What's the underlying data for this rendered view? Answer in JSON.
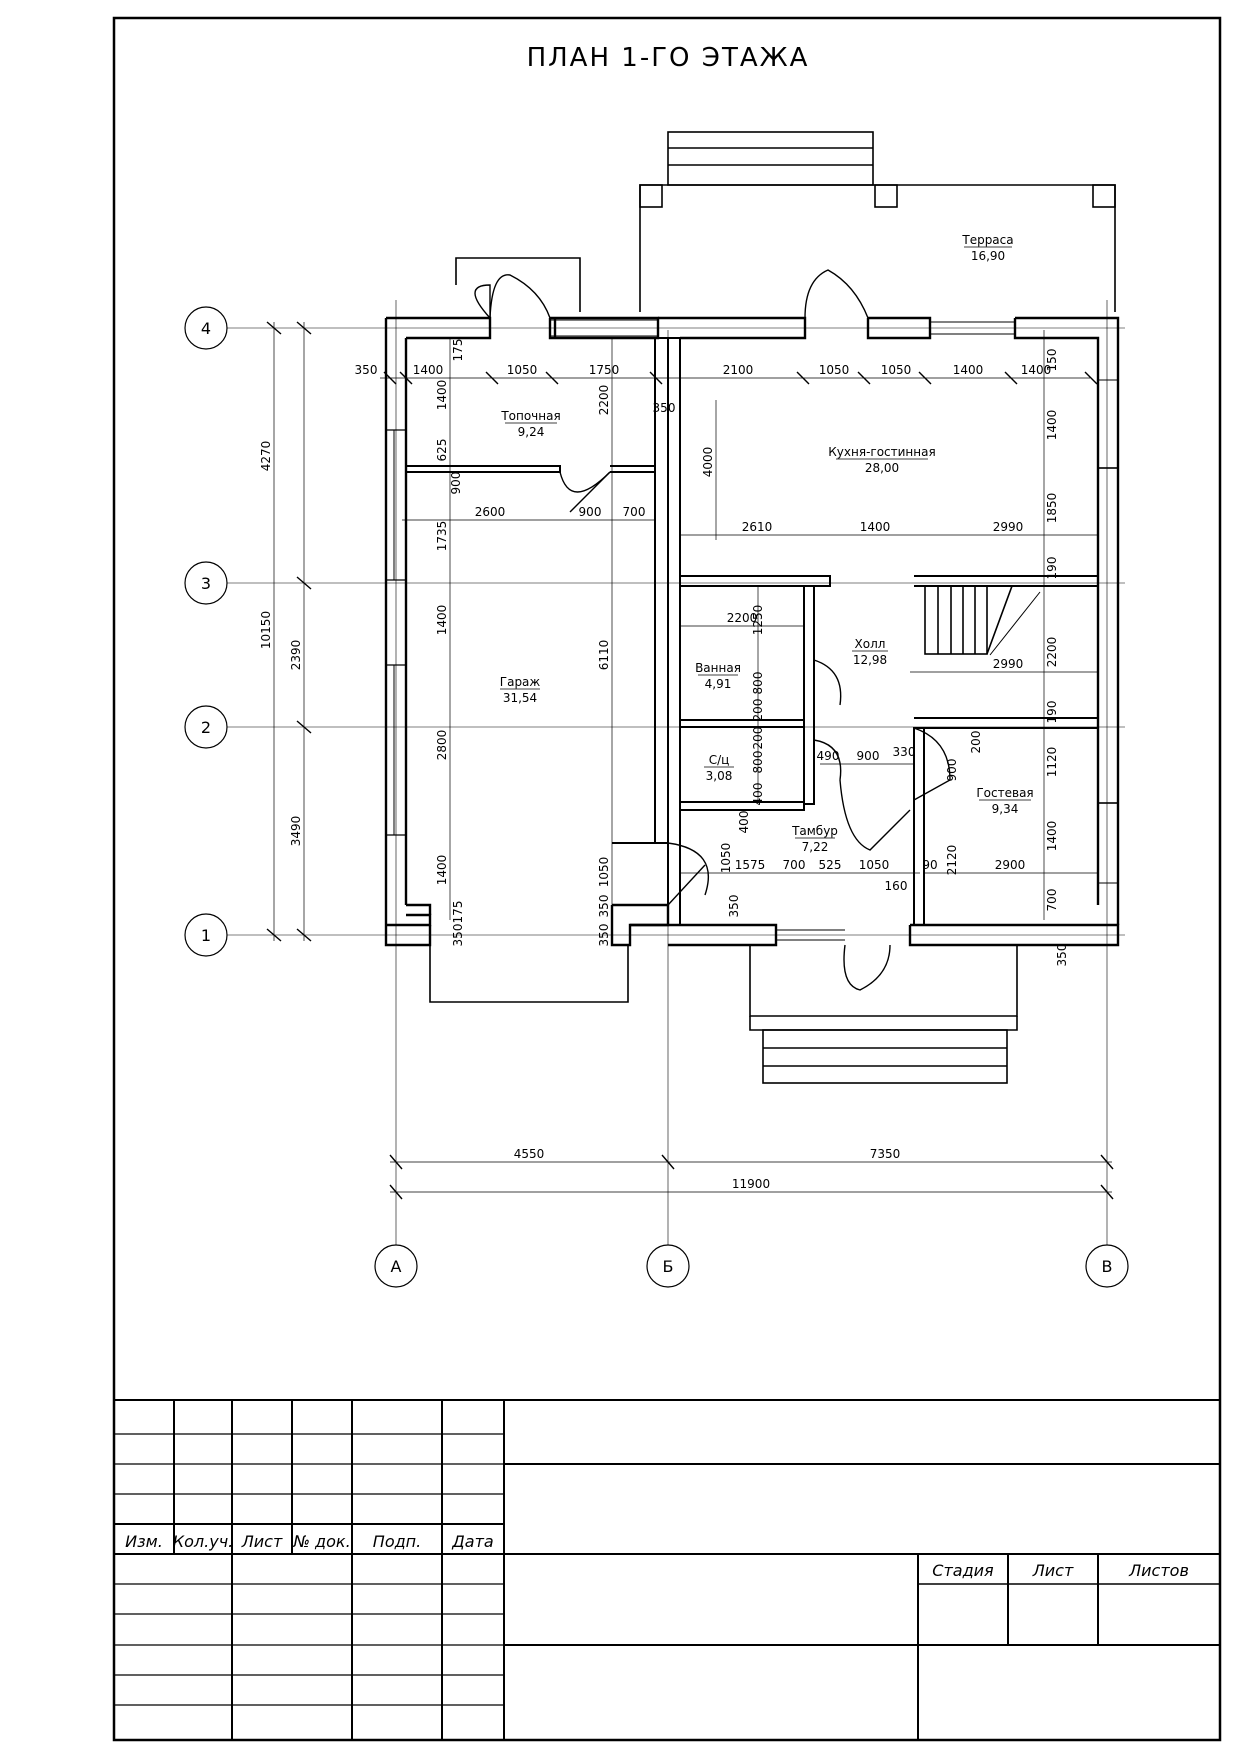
{
  "title": "ПЛАН 1-ГО ЭТАЖА",
  "axes": {
    "rows": [
      "4",
      "3",
      "2",
      "1"
    ],
    "cols": [
      "А",
      "Б",
      "В"
    ]
  },
  "rooms": [
    {
      "name": "Терраса",
      "area": "16,90"
    },
    {
      "name": "Топочная",
      "area": "9,24"
    },
    {
      "name": "Кухня-гостинная",
      "area": "28,00"
    },
    {
      "name": "Гараж",
      "area": "31,54"
    },
    {
      "name": "Ванная",
      "area": "4,91"
    },
    {
      "name": "Холл",
      "area": "12,98"
    },
    {
      "name": "С/ц",
      "area": "3,08"
    },
    {
      "name": "Гостевая",
      "area": "9,34"
    },
    {
      "name": "Тамбур",
      "area": "7,22"
    }
  ],
  "dimensions": {
    "bottom_chain": [
      "4550",
      "7350"
    ],
    "bottom_total": "11900",
    "left_chain": [
      "4270",
      "2390",
      "3490"
    ],
    "left_total": "10150",
    "top_row": [
      "350",
      "1400",
      "1050",
      "1750",
      "2100",
      "1050",
      "1050",
      "1400",
      "1400"
    ],
    "inner": [
      "2600",
      "900",
      "700",
      "2610",
      "1400",
      "2990",
      "2200",
      "2990",
      "1575",
      "700",
      "525",
      "1050",
      "490",
      "900",
      "330",
      "90",
      "2900",
      "160",
      "350"
    ],
    "vertical": [
      "175",
      "1400",
      "625",
      "900",
      "1735",
      "1400",
      "2800",
      "1400",
      "175",
      "350",
      "2200",
      "6110",
      "1050",
      "350",
      "350",
      "4000",
      "1250",
      "800",
      "200",
      "200",
      "800",
      "400",
      "400",
      "1050",
      "350",
      "150",
      "1400",
      "1850",
      "190",
      "2200",
      "190",
      "1120",
      "1400",
      "700",
      "350",
      "200",
      "900",
      "2120"
    ]
  },
  "stamp": {
    "headers": [
      "Изм.",
      "Кол.уч.",
      "Лист",
      "№ док.",
      "Подп.",
      "Дата"
    ],
    "right_headers": [
      "Стадия",
      "Лист",
      "Листов"
    ]
  }
}
